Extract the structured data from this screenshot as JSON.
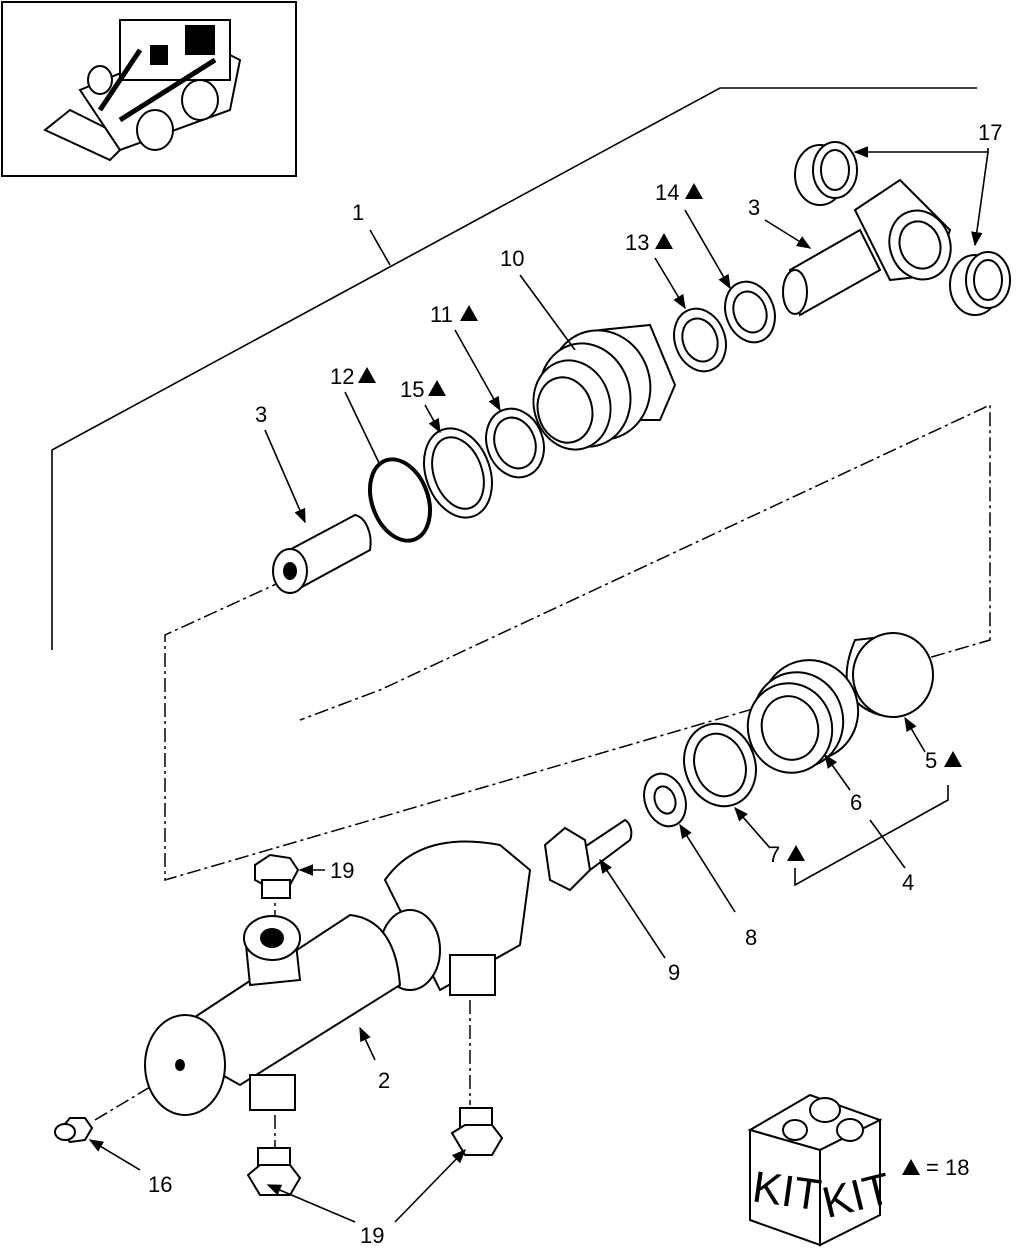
{
  "callouts": {
    "c1": "1",
    "c2": "2",
    "c3a": "3",
    "c3b": "3",
    "c4": "4",
    "c5": "5",
    "c6": "6",
    "c7": "7",
    "c8": "8",
    "c9": "9",
    "c10": "10",
    "c11": "11",
    "c12": "12",
    "c13": "13",
    "c14": "14",
    "c15": "15",
    "c16": "16",
    "c17": "17",
    "c19a": "19",
    "c19b": "19"
  },
  "kit": {
    "word_left": "KIT",
    "word_right": "KIT",
    "legend_text": "= 18"
  },
  "icons": {
    "kit_marker": "triangle-icon",
    "thumbnail": "skid-steer-loader-icon"
  }
}
